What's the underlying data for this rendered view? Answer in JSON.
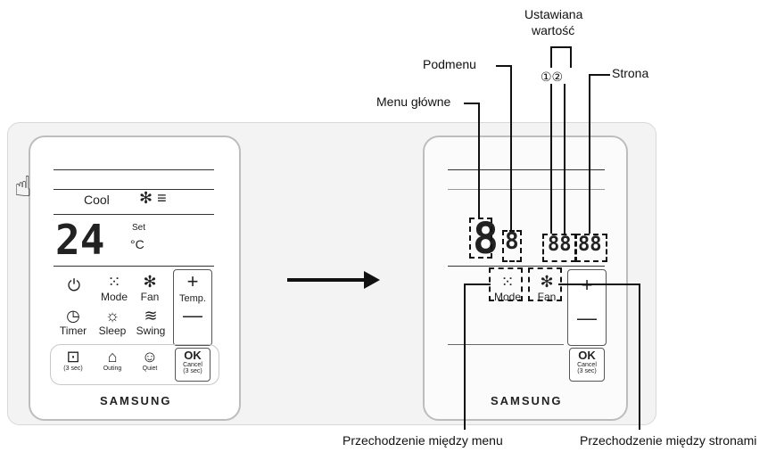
{
  "left_remote": {
    "mode": "Cool",
    "temp": "24",
    "set_label": "Set",
    "unit": "°C",
    "buttons": {
      "mode": "Mode",
      "fan": "Fan",
      "temp": "Temp.",
      "timer": "Timer",
      "sleep": "Sleep",
      "swing": "Swing",
      "lock_sub": "(3 sec)",
      "outing": "Outing",
      "quiet": "Quiet",
      "ok": "OK",
      "ok_sub1": "Cancel",
      "ok_sub2": "(3 sec)"
    },
    "brand": "SAMSUNG"
  },
  "right_remote": {
    "main_digit": "8",
    "sub_digit": "8",
    "value_digits": "88",
    "page_digits": "88",
    "buttons": {
      "mode": "Mode",
      "fan": "Fan",
      "ok": "OK",
      "ok_sub1": "Cancel",
      "ok_sub2": "(3 sec)"
    },
    "brand": "SAMSUNG"
  },
  "annotations": {
    "value_title_line1": "Ustawiana",
    "value_title_line2": "wartość",
    "value_marks": "①②",
    "submenu": "Podmenu",
    "page": "Strona",
    "main_menu": "Menu główne",
    "nav_menu": "Przechodzenie między menu",
    "nav_pages": "Przechodzenie między stronami"
  }
}
